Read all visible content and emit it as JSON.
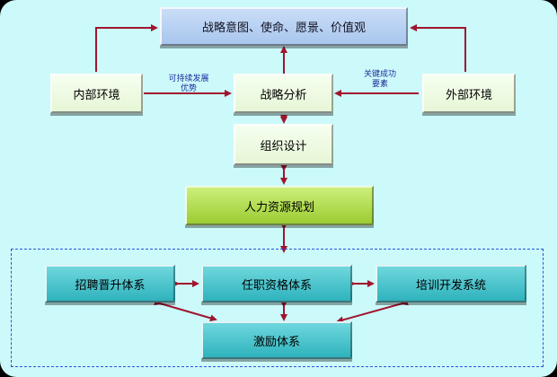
{
  "nodes": {
    "strategy_vision": "战略意图、使命、愿景、价值观",
    "internal_env": "内部环境",
    "strategy_analysis": "战略分析",
    "external_env": "外部环境",
    "org_design": "组织设计",
    "hr_planning": "人力资源规划",
    "recruit_promotion": "招聘晋升体系",
    "job_qualification": "任职资格体系",
    "training_dev": "培训开发系统",
    "incentive": "激励体系"
  },
  "notes": {
    "sustainable_advantage": [
      "可持续发展",
      "优势"
    ],
    "key_success_factors": [
      "关键成功",
      "要素"
    ]
  },
  "colors": {
    "background": "#ccfafa",
    "arrow": "#a0152f",
    "dashed_border": "#2c54d6"
  }
}
